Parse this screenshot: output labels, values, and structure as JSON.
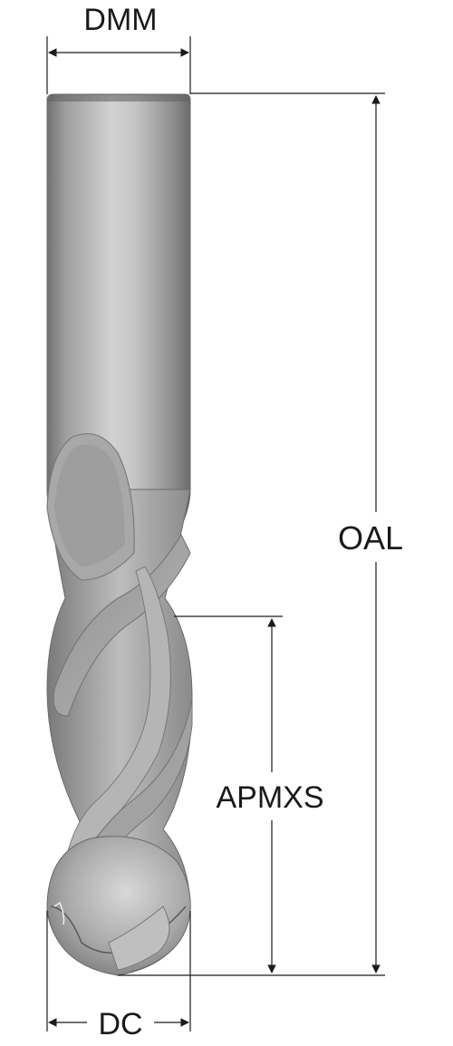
{
  "dimensions": {
    "dmm": "DMM",
    "oal": "OAL",
    "apmxs": "APMXS",
    "dc": "DC"
  },
  "colors": {
    "line": "#1a1a1a",
    "tool_light": "#c9c9c9",
    "tool_mid": "#9a9a9a",
    "tool_dark": "#6e6e6e",
    "background": "#ffffff"
  }
}
